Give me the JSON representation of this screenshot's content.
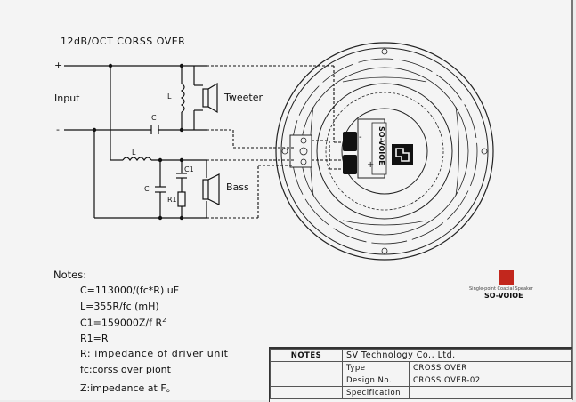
{
  "title": "12dB/OCT CORSS OVER",
  "circuit": {
    "plus": "+",
    "minus": "-",
    "input": "Input",
    "l_top": "L",
    "c_top": "C",
    "l_bottom": "L",
    "c_bottom": "C",
    "c1": "C1",
    "r1": "R1",
    "tweeter": "Tweeter",
    "bass": "Bass"
  },
  "speaker": {
    "label": "SO-VOIOE",
    "minus": "-",
    "plus": "+"
  },
  "notes": {
    "heading": "Notes:",
    "lines": [
      "C=113000/(fc*R) uF",
      "L=355R/fc (mH)",
      "C1=159000Z/f R",
      "R1=R",
      "R: impedance of driver unit",
      "fc:corss over piont",
      "Z:impedance at F。"
    ],
    "c1_superscript": "2"
  },
  "brand": {
    "tagline": "Single-point Coaxial Speaker",
    "name": "SO-VOIOE"
  },
  "title_block": {
    "notes": "NOTES",
    "company": "SV Technology Co., Ltd.",
    "type_label": "Type",
    "type_value": "CROSS OVER",
    "design_label": "Design No.",
    "design_value": "CROSS OVER-02",
    "spec_label": "Specification"
  },
  "colors": {
    "brand_red": "#c2271d",
    "line": "#111111"
  }
}
